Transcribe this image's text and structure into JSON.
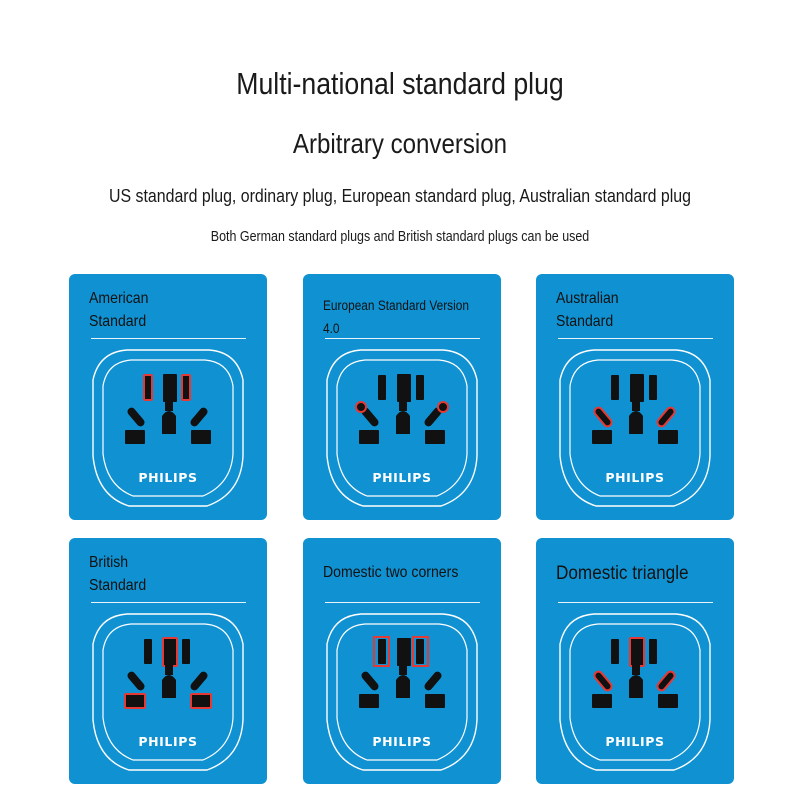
{
  "header": {
    "title": "Multi-national standard plug",
    "subtitle": "Arbitrary conversion",
    "plug_types": "US standard plug, ordinary plug, European standard plug, Australian standard plug",
    "note": "Both German standard plugs and British standard plugs can be used"
  },
  "colors": {
    "card": "#1092d2",
    "highlight": "#e53935",
    "outline": "#ffffff",
    "slot": "#111111"
  },
  "cards": [
    {
      "title": "American\nStandard",
      "brand": "PHILIPS",
      "highlight": "us"
    },
    {
      "title": "European Standard Version 4.0",
      "brand": "PHILIPS",
      "highlight": "eu"
    },
    {
      "title": "Australian\nStandard",
      "brand": "PHILIPS",
      "highlight": "au"
    },
    {
      "title": " British\nStandard",
      "brand": "PHILIPS",
      "highlight": "uk"
    },
    {
      "title": "Domestic two corners",
      "brand": "PHILIPS",
      "highlight": "cn2"
    },
    {
      "title": "Domestic triangle",
      "brand": "PHILIPS",
      "highlight": "cn3"
    }
  ]
}
